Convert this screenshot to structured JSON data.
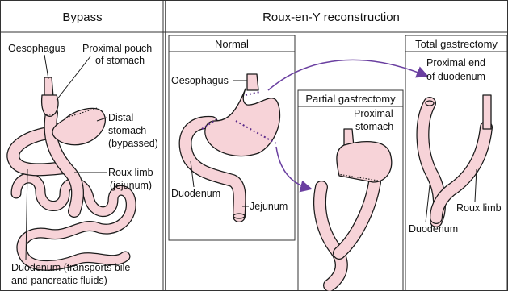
{
  "headers": {
    "bypass": "Bypass",
    "roux": "Roux-en-Y reconstruction"
  },
  "panels": {
    "normal": "Normal",
    "partial": "Partial gastrectomy",
    "total": "Total gastrectomy"
  },
  "labels": {
    "bypass_oesophagus": "Oesophagus",
    "proximal_pouch_1": "Proximal pouch",
    "proximal_pouch_2": "of stomach",
    "distal_1": "Distal",
    "distal_2": "stomach",
    "distal_3": "(bypassed)",
    "roux_limb_1": "Roux limb",
    "roux_limb_2": "(jejunum)",
    "duodenum_bile_1": "Duodenum (transports bile",
    "duodenum_bile_2": "and pancreatic fluids)",
    "normal_oesophagus": "Oesophagus",
    "normal_duodenum": "Duodenum",
    "normal_jejunum": "Jejunum",
    "partial_proximal_1": "Proximal",
    "partial_proximal_2": "stomach",
    "total_proximal_end_1": "Proximal end",
    "total_proximal_end_2": "of duodenum",
    "total_duodenum": "Duodenum",
    "total_roux_limb": "Roux limb"
  },
  "colors": {
    "organ_fill": "#f7d3d8",
    "arrow": "#6a3fa0",
    "outline": "#1a1a1a"
  }
}
